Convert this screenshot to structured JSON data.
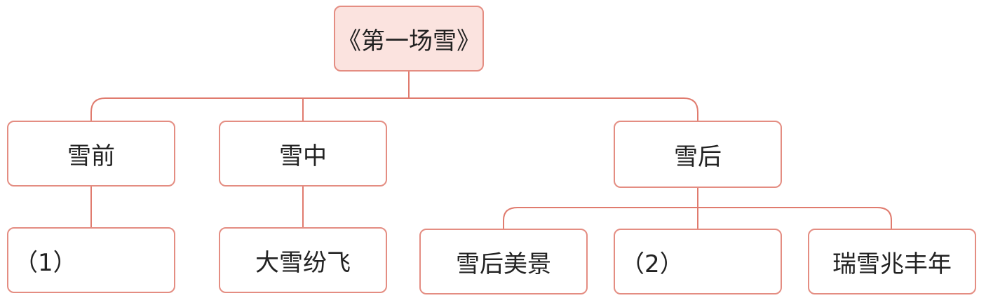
{
  "root": {
    "label": "《第一场雪》"
  },
  "phases": {
    "before": {
      "label": "雪前"
    },
    "during": {
      "label": "雪中"
    },
    "after": {
      "label": "雪后"
    }
  },
  "leaves": {
    "before_detail": {
      "label": "（1）"
    },
    "during_detail": {
      "label": "大雪纷飞"
    },
    "after_scenery": {
      "label": "雪后美景"
    },
    "after_blank": {
      "label": "（2）"
    },
    "after_harvest": {
      "label": "瑞雪兆丰年"
    }
  },
  "colors": {
    "line": "#e07b6e",
    "border": "#e48d82",
    "root_fill": "#fbe3df",
    "text": "#222222"
  }
}
